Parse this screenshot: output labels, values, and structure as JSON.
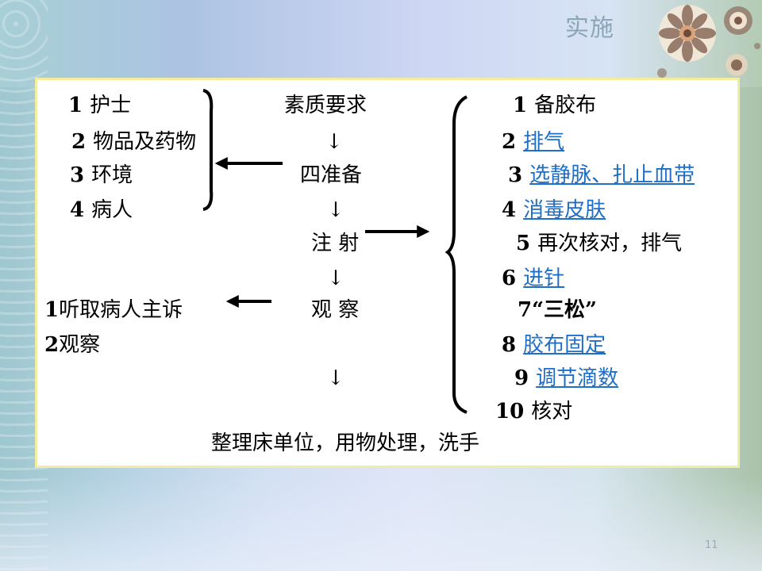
{
  "slide": {
    "title": "实施",
    "page_number": "11"
  },
  "left_list": {
    "items": [
      {
        "num": "1",
        "text": "护士"
      },
      {
        "num": "2",
        "text": "物品及药物"
      },
      {
        "num": "3",
        "text": "环境"
      },
      {
        "num": "4",
        "text": "病人"
      }
    ]
  },
  "center_flow": {
    "step1": "素质要求",
    "arrow": "↓",
    "step2": "四准备",
    "step3": "注 射",
    "step4": "观 察",
    "final": "整理床单位，用物处理，洗手"
  },
  "observe_list": {
    "items": [
      {
        "num": "1",
        "text": "听取病人主诉"
      },
      {
        "num": "2",
        "text": "观察"
      }
    ]
  },
  "injection_steps": {
    "items": [
      {
        "num": "1",
        "text": "备胶布",
        "link": false
      },
      {
        "num": "2",
        "text": "排气",
        "link": true
      },
      {
        "num": "3",
        "text": "选静脉、扎止血带",
        "link": true
      },
      {
        "num": "4",
        "text": "消毒皮肤",
        "link": true
      },
      {
        "num": "5",
        "text": "再次核对，排气",
        "link": false
      },
      {
        "num": "6",
        "text": "进针",
        "link": true
      },
      {
        "num": "7",
        "text": "“三松”",
        "link": false
      },
      {
        "num": "8",
        "text": "胶布固定",
        "link": true
      },
      {
        "num": "9",
        "text": "调节滴数",
        "link": true
      },
      {
        "num": "10",
        "text": "核对",
        "link": false
      }
    ]
  },
  "colors": {
    "link": "#1f6fc6",
    "panel_border": "#f3eda0",
    "title": "#8aa6b8"
  }
}
